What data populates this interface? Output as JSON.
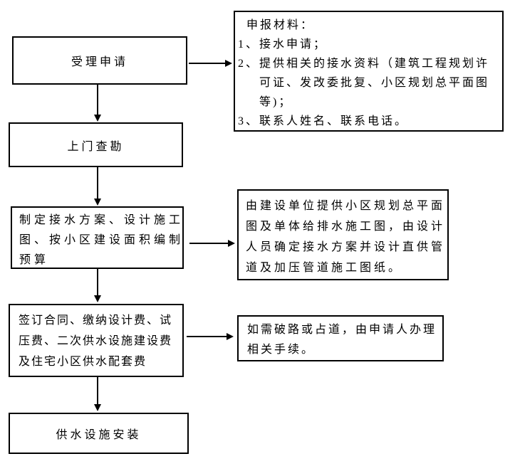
{
  "colors": {
    "line": "#000000",
    "text": "#000000",
    "background": "#ffffff"
  },
  "flow": {
    "steps": [
      {
        "label": "受理申请"
      },
      {
        "label": "上门查勘"
      },
      {
        "lines": [
          "制定接水方案、设计施工",
          "图、按小区建设面积编制",
          "预算"
        ]
      },
      {
        "lines": [
          "签订合同、缴纳设计费、试",
          "压费、二次供水设施建设费",
          "及住宅小区供水配套费"
        ]
      },
      {
        "label": "供水设施安装"
      }
    ],
    "notes": [
      {
        "lines": [
          "申报材料：",
          "1、接水申请；",
          "2、提供相关的接水资料（建筑工程规划许",
          "可证、发改委批复、小区规划总平面图",
          "等)；",
          "3、联系人姓名、联系电话。"
        ]
      },
      {
        "lines": [
          "由建设单位提供小区规划总平面",
          "图及单体给排水施工图，由设计",
          "人员确定接水方案并设计直供管",
          "道及加压管道施工图纸。"
        ]
      },
      {
        "lines": [
          "如需破路或占道，由申请人办理",
          "相关手续。"
        ]
      }
    ]
  }
}
